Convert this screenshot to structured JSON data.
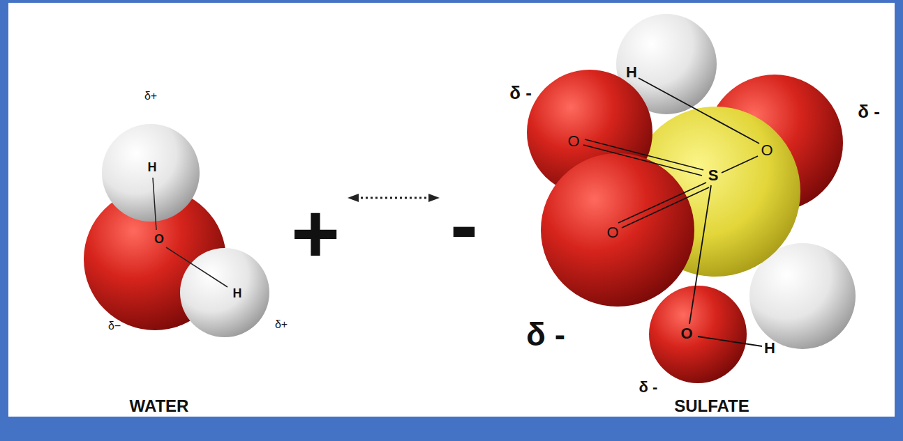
{
  "diagram": {
    "labels": [
      "δ+",
      "H",
      "O",
      "H",
      "δ−",
      "δ+",
      "+",
      "-",
      "δ -",
      "H",
      "δ -",
      "O",
      "O",
      "S",
      "O",
      "δ -",
      "O",
      "H",
      "δ -",
      "WATER",
      "SULFATE"
    ]
  }
}
